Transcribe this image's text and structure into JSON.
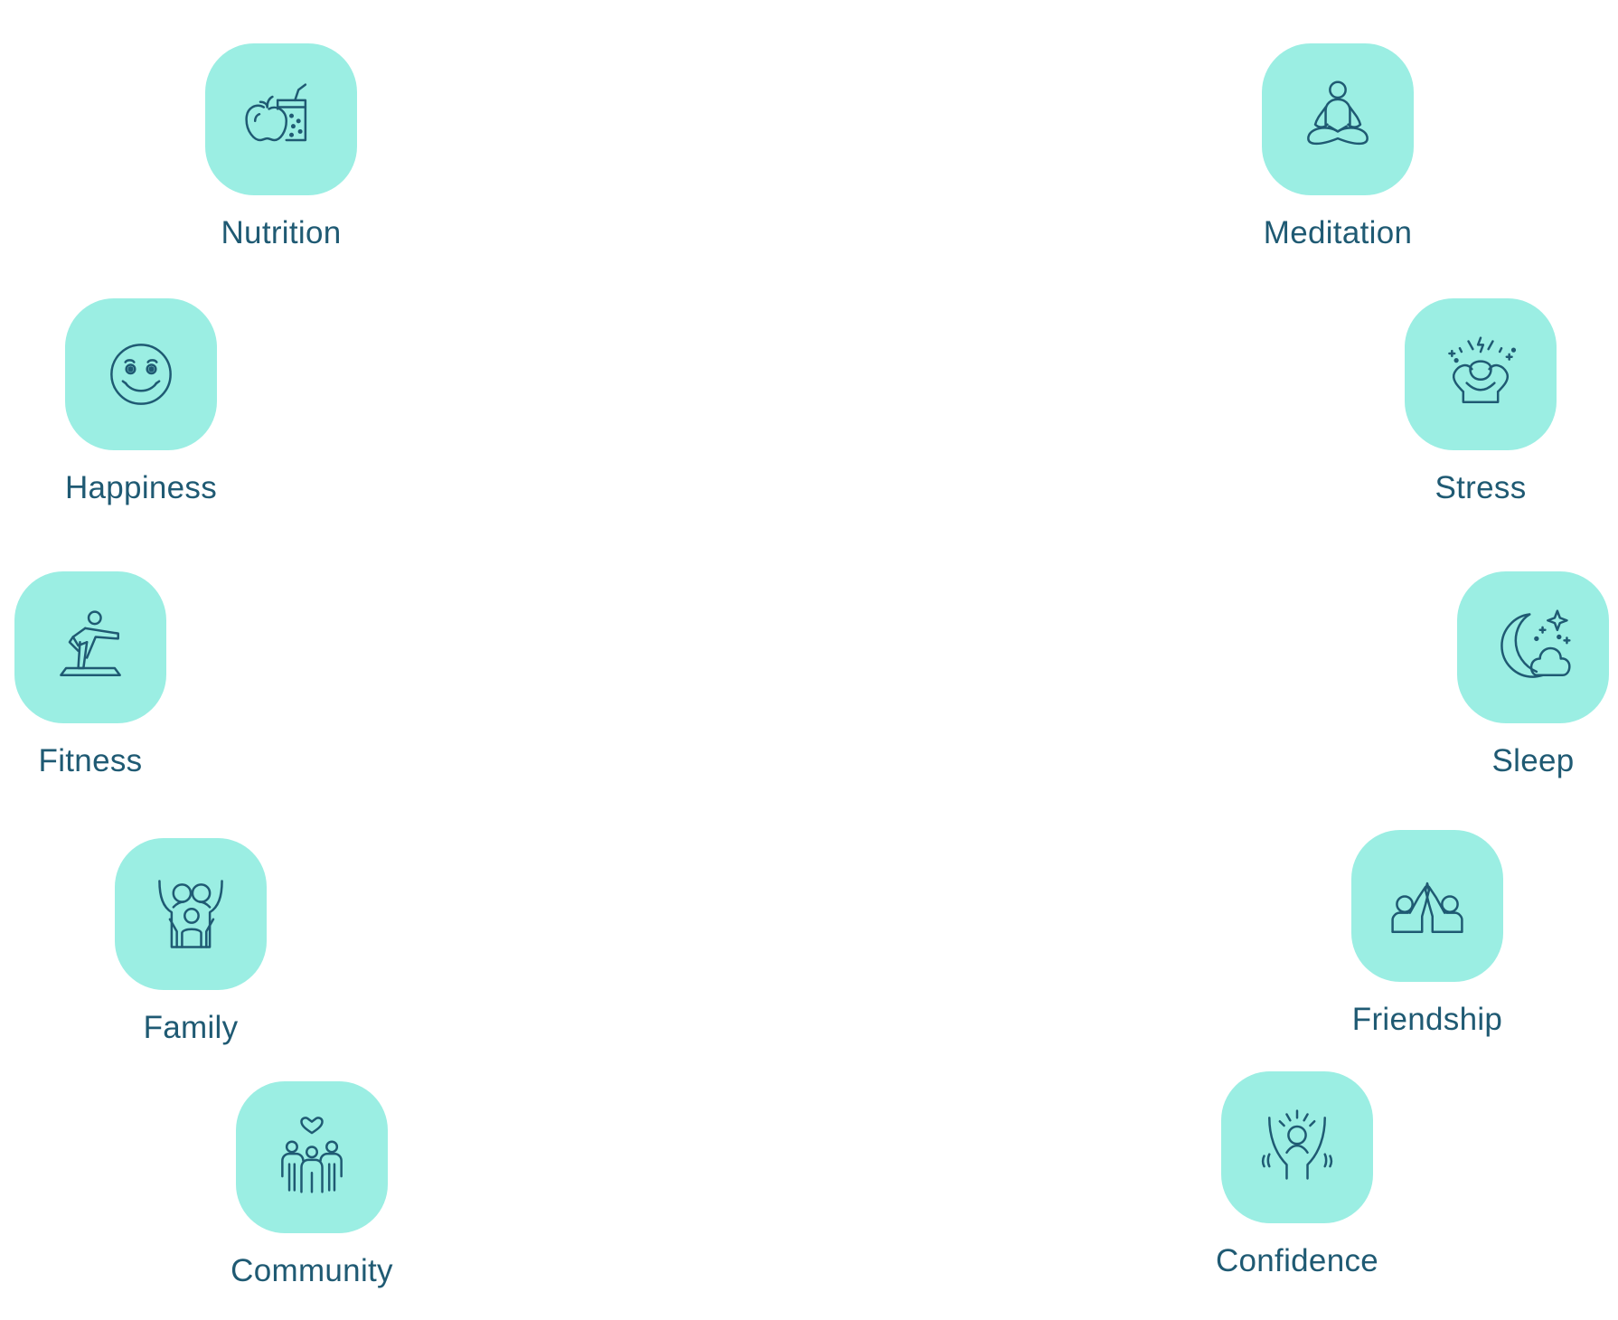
{
  "colors": {
    "tile_background": "#9beee3",
    "icon_and_text": "#1f5a73",
    "page_background": "#ffffff"
  },
  "items": {
    "nutrition": {
      "label": "Nutrition",
      "icon": "apple-smoothie-icon"
    },
    "happiness": {
      "label": "Happiness",
      "icon": "smiley-face-icon"
    },
    "fitness": {
      "label": "Fitness",
      "icon": "yoga-pose-icon"
    },
    "family": {
      "label": "Family",
      "icon": "family-icon"
    },
    "community": {
      "label": "Community",
      "icon": "community-heart-icon"
    },
    "meditation": {
      "label": "Meditation",
      "icon": "meditation-icon"
    },
    "stress": {
      "label": "Stress",
      "icon": "stressed-person-icon"
    },
    "sleep": {
      "label": "Sleep",
      "icon": "moon-cloud-stars-icon"
    },
    "friendship": {
      "label": "Friendship",
      "icon": "high-five-icon"
    },
    "confidence": {
      "label": "Confidence",
      "icon": "raised-arms-icon"
    }
  }
}
